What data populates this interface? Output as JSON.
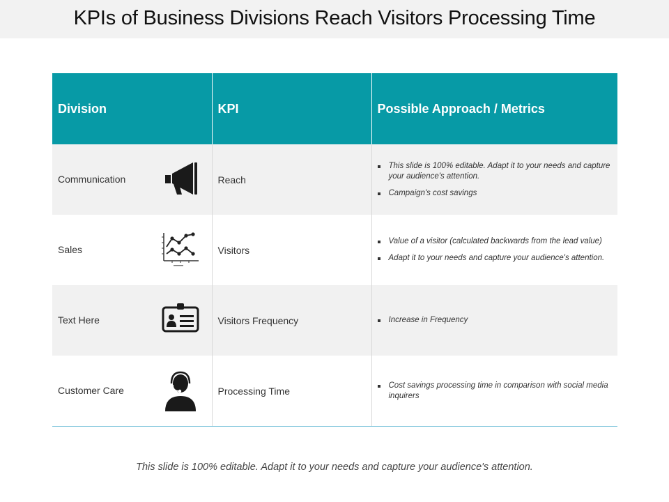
{
  "title": "KPIs of Business Divisions Reach Visitors Processing Time",
  "table": {
    "headers": [
      "Division",
      "KPI",
      "Possible Approach / Metrics"
    ],
    "rows": [
      {
        "division": "Communication",
        "icon": "megaphone-icon",
        "kpi": "Reach",
        "metrics": [
          "This slide is 100% editable. Adapt it to your needs and capture your audience's attention.",
          "Campaign's cost savings"
        ]
      },
      {
        "division": "Sales",
        "icon": "line-chart-icon",
        "kpi": "Visitors",
        "metrics": [
          "Value of a visitor (calculated backwards from the lead value)",
          "Adapt it to your needs and capture your audience's attention."
        ]
      },
      {
        "division": "Text Here",
        "icon": "id-badge-icon",
        "kpi": "Visitors Frequency",
        "metrics": [
          "Increase in Frequency"
        ]
      },
      {
        "division": "Customer Care",
        "icon": "headset-agent-icon",
        "kpi": "Processing Time",
        "metrics": [
          "Cost savings processing time in comparison with social media inquirers"
        ]
      }
    ]
  },
  "footer": "This slide is 100% editable. Adapt it to your needs and capture your audience's attention.",
  "colors": {
    "header_bg": "#079aa6",
    "title_bar_bg": "#f2f2f2",
    "row_alt_bg": "#f1f1f1",
    "bottom_rule": "#7ec4dc"
  }
}
